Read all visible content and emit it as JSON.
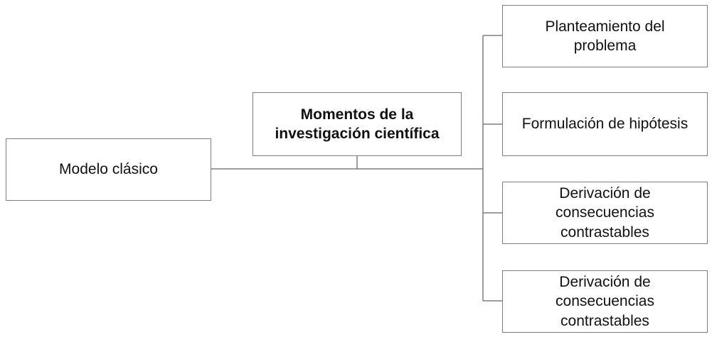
{
  "diagram": {
    "root": {
      "label": "Modelo clásico"
    },
    "center": {
      "label_line1": "Momentos de la",
      "label_line2": "investigación científica"
    },
    "children": [
      {
        "line1": "Planteamiento del",
        "line2": "problema"
      },
      {
        "line1": "Formulación de hipótesis"
      },
      {
        "line1": "Derivación de",
        "line2": "consecuencias",
        "line3": "contrastables"
      },
      {
        "line1": "Derivación de",
        "line2": "consecuencias",
        "line3": "contrastables"
      }
    ]
  },
  "colors": {
    "border": "#7f7f7f",
    "connector": "#7f7f7f",
    "text": "#111111"
  }
}
